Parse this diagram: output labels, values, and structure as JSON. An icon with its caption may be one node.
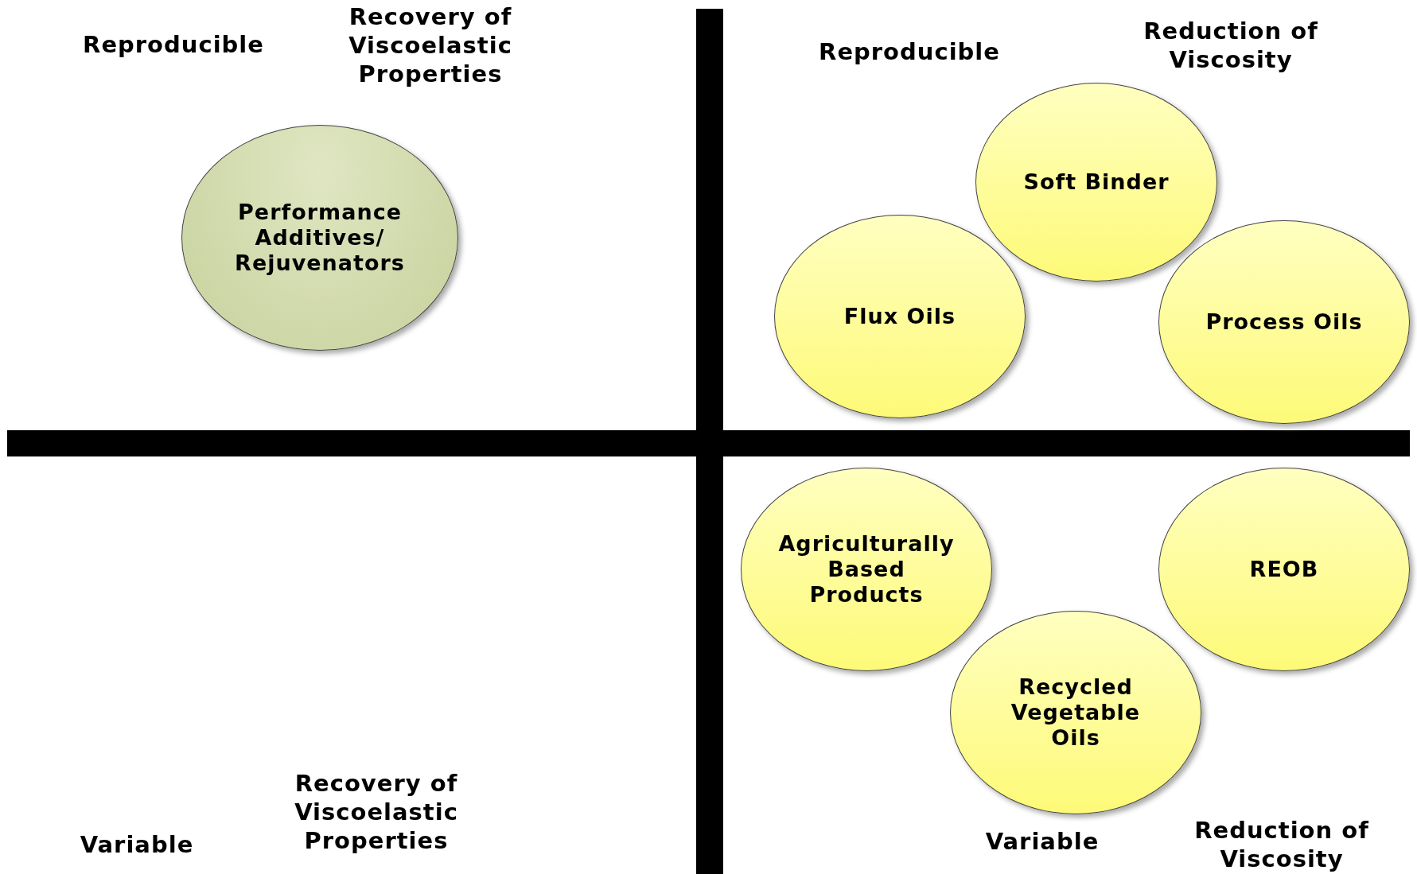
{
  "diagram": {
    "nodes": [
      {
        "text": [
          "Performance Additives/ Rejuvenators"
        ]
      },
      {
        "text": [
          "Soft Binder"
        ]
      },
      {
        "text": [
          "Flux Oils"
        ]
      },
      {
        "text": [
          "Process Oils"
        ]
      },
      {
        "text": [
          "Agriculturally Based Products"
        ]
      },
      {
        "text": [
          "REOB"
        ]
      },
      {
        "text": [
          "Recycled Vegetable Oils"
        ]
      }
    ],
    "edges": [],
    "labels": [
      "Reproducible",
      "Recovery of Viscoelastic Properties",
      "Reproducible",
      "Reduction of Viscosity",
      "Variable",
      "Recovery of Viscoelastic Properties",
      "Variable",
      "Reduction of Viscosity"
    ]
  }
}
